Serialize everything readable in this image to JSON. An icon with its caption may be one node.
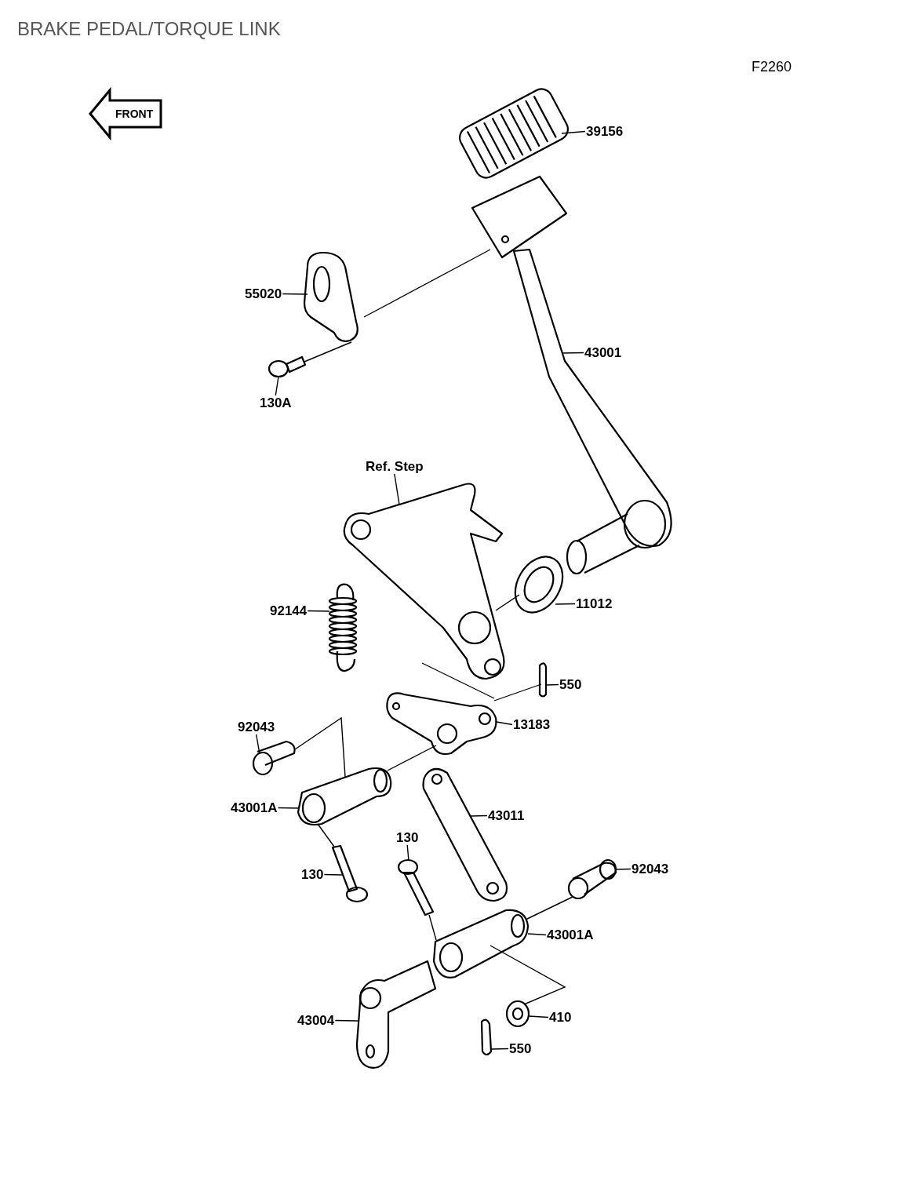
{
  "diagram": {
    "title": "BRAKE PEDAL/TORQUE LINK",
    "nodes": [
      {
        "text": [
          "39156"
        ]
      },
      {
        "text": [
          "55020"
        ]
      },
      {
        "text": [
          "43001"
        ]
      },
      {
        "text": [
          "130A"
        ]
      },
      {
        "text": [
          "Ref. Step"
        ]
      },
      {
        "text": [
          "92144"
        ]
      },
      {
        "text": [
          "11012"
        ]
      },
      {
        "text": [
          "550"
        ]
      },
      {
        "text": [
          "92043"
        ]
      },
      {
        "text": [
          "13183"
        ]
      },
      {
        "text": [
          "43001A"
        ]
      },
      {
        "text": [
          "43011"
        ]
      },
      {
        "text": [
          "130"
        ]
      },
      {
        "text": [
          "130"
        ]
      },
      {
        "text": [
          "92043"
        ]
      },
      {
        "text": [
          "43001A"
        ]
      },
      {
        "text": [
          "43004"
        ]
      },
      {
        "text": [
          "410"
        ]
      },
      {
        "text": [
          "550"
        ]
      },
      {
        "text": [],
        "shape": "picture"
      },
      {
        "text": [],
        "shape": "picture"
      },
      {
        "text": [],
        "shape": "picture"
      },
      {
        "text": [],
        "shape": "picture"
      },
      {
        "text": [],
        "shape": "picture"
      },
      {
        "text": [],
        "shape": "picture"
      },
      {
        "text": [],
        "shape": "picture"
      },
      {
        "text": [],
        "shape": "picture"
      },
      {
        "text": [],
        "shape": "picture"
      },
      {
        "text": [],
        "shape": "picture"
      },
      {
        "text": [],
        "shape": "picture"
      },
      {
        "text": [],
        "shape": "picture"
      },
      {
        "text": [],
        "shape": "picture"
      },
      {
        "text": [],
        "shape": "picture"
      },
      {
        "text": [],
        "shape": "picture"
      },
      {
        "text": [],
        "shape": "picture"
      },
      {
        "text": [],
        "shape": "picture"
      },
      {
        "text": [],
        "shape": "picture"
      },
      {
        "text": [],
        "shape": "picture"
      }
    ],
    "edges": [
      {
        "from": 0,
        "to": 19,
        "arrow": "none"
      },
      {
        "from": 1,
        "to": 20,
        "arrow": "none"
      },
      {
        "from": 2,
        "to": 21,
        "arrow": "none"
      },
      {
        "from": 3,
        "to": 22,
        "arrow": "none"
      },
      {
        "from": 4,
        "to": 23,
        "arrow": "none"
      },
      {
        "from": 5,
        "to": 24,
        "arrow": "none"
      },
      {
        "from": 6,
        "to": 25,
        "arrow": "none"
      },
      {
        "from": 7,
        "to": 26,
        "arrow": "none"
      },
      {
        "from": 8,
        "to": 27,
        "arrow": "none"
      },
      {
        "from": 9,
        "to": 28,
        "arrow": "none"
      },
      {
        "from": 10,
        "to": 29,
        "arrow": "none"
      },
      {
        "from": 11,
        "to": 30,
        "arrow": "none"
      },
      {
        "from": 12,
        "to": 31,
        "arrow": "none"
      },
      {
        "from": 13,
        "to": 32,
        "arrow": "none"
      },
      {
        "from": 14,
        "to": 33,
        "arrow": "none"
      },
      {
        "from": 15,
        "to": 34,
        "arrow": "none"
      },
      {
        "from": 16,
        "to": 35,
        "arrow": "none"
      },
      {
        "from": 17,
        "to": 36,
        "arrow": "none"
      },
      {
        "from": 18,
        "to": 37,
        "arrow": "none"
      },
      {
        "from": 21,
        "to": 20,
        "arrow": "none"
      },
      {
        "from": 20,
        "to": 22,
        "arrow": "none"
      },
      {
        "from": 23,
        "to": 25,
        "arrow": "none"
      },
      {
        "from": 27,
        "to": 29,
        "arrow": "none"
      },
      {
        "from": 28,
        "to": 29,
        "arrow": "none"
      },
      {
        "from": 29,
        "to": 32,
        "arrow": "none"
      },
      {
        "from": 31,
        "to": 34,
        "arrow": "none"
      },
      {
        "from": 33,
        "to": 34,
        "arrow": "none"
      },
      {
        "from": 34,
        "to": 36,
        "arrow": "none"
      }
    ],
    "labels": [
      "F2260",
      "FRONT"
    ]
  }
}
